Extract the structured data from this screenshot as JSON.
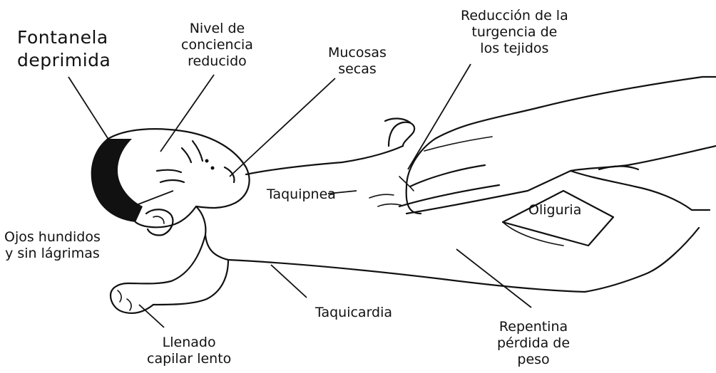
{
  "labels": {
    "fontanela": [
      "Fontanela",
      "deprimida"
    ],
    "nivel_conciencia": [
      "Nivel de",
      "conciencia",
      "reducido"
    ],
    "mucosas": [
      "Mucosas",
      "secas"
    ],
    "turgencia": [
      "Reducción de la",
      "turgencia de",
      "los tejidos"
    ],
    "taquipnea": "Taquipnea",
    "oliguria": "Oliguria",
    "ojos": [
      "Ojos hundidos",
      "y sin lágrimas"
    ],
    "taquicardia": "Taquicardia",
    "llenado": [
      "Llenado",
      "capilar lento"
    ],
    "perdida_peso": [
      "Repentina",
      "pérdida de",
      "peso"
    ]
  }
}
